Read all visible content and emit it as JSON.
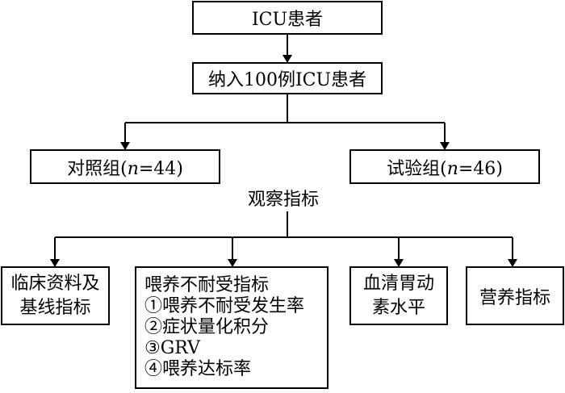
{
  "nodes": {
    "icu": "ICU患者",
    "enroll": "纳入100例ICU患者",
    "control": {
      "name": "对照组",
      "n_symbol": "n",
      "n_value": "=44"
    },
    "trial": {
      "name": "试验组",
      "n_symbol": "n",
      "n_value": "=46"
    },
    "observe": "观察指标",
    "clinical": [
      "临床资料及",
      "基线指标"
    ],
    "intolerance": [
      "喂养不耐受指标",
      "①喂养不耐受发生率",
      "②症状量化积分",
      "③GRV",
      "④喂养达标率"
    ],
    "gastric": [
      "血清胃动",
      "素水平"
    ],
    "nutrition": "营养指标"
  }
}
